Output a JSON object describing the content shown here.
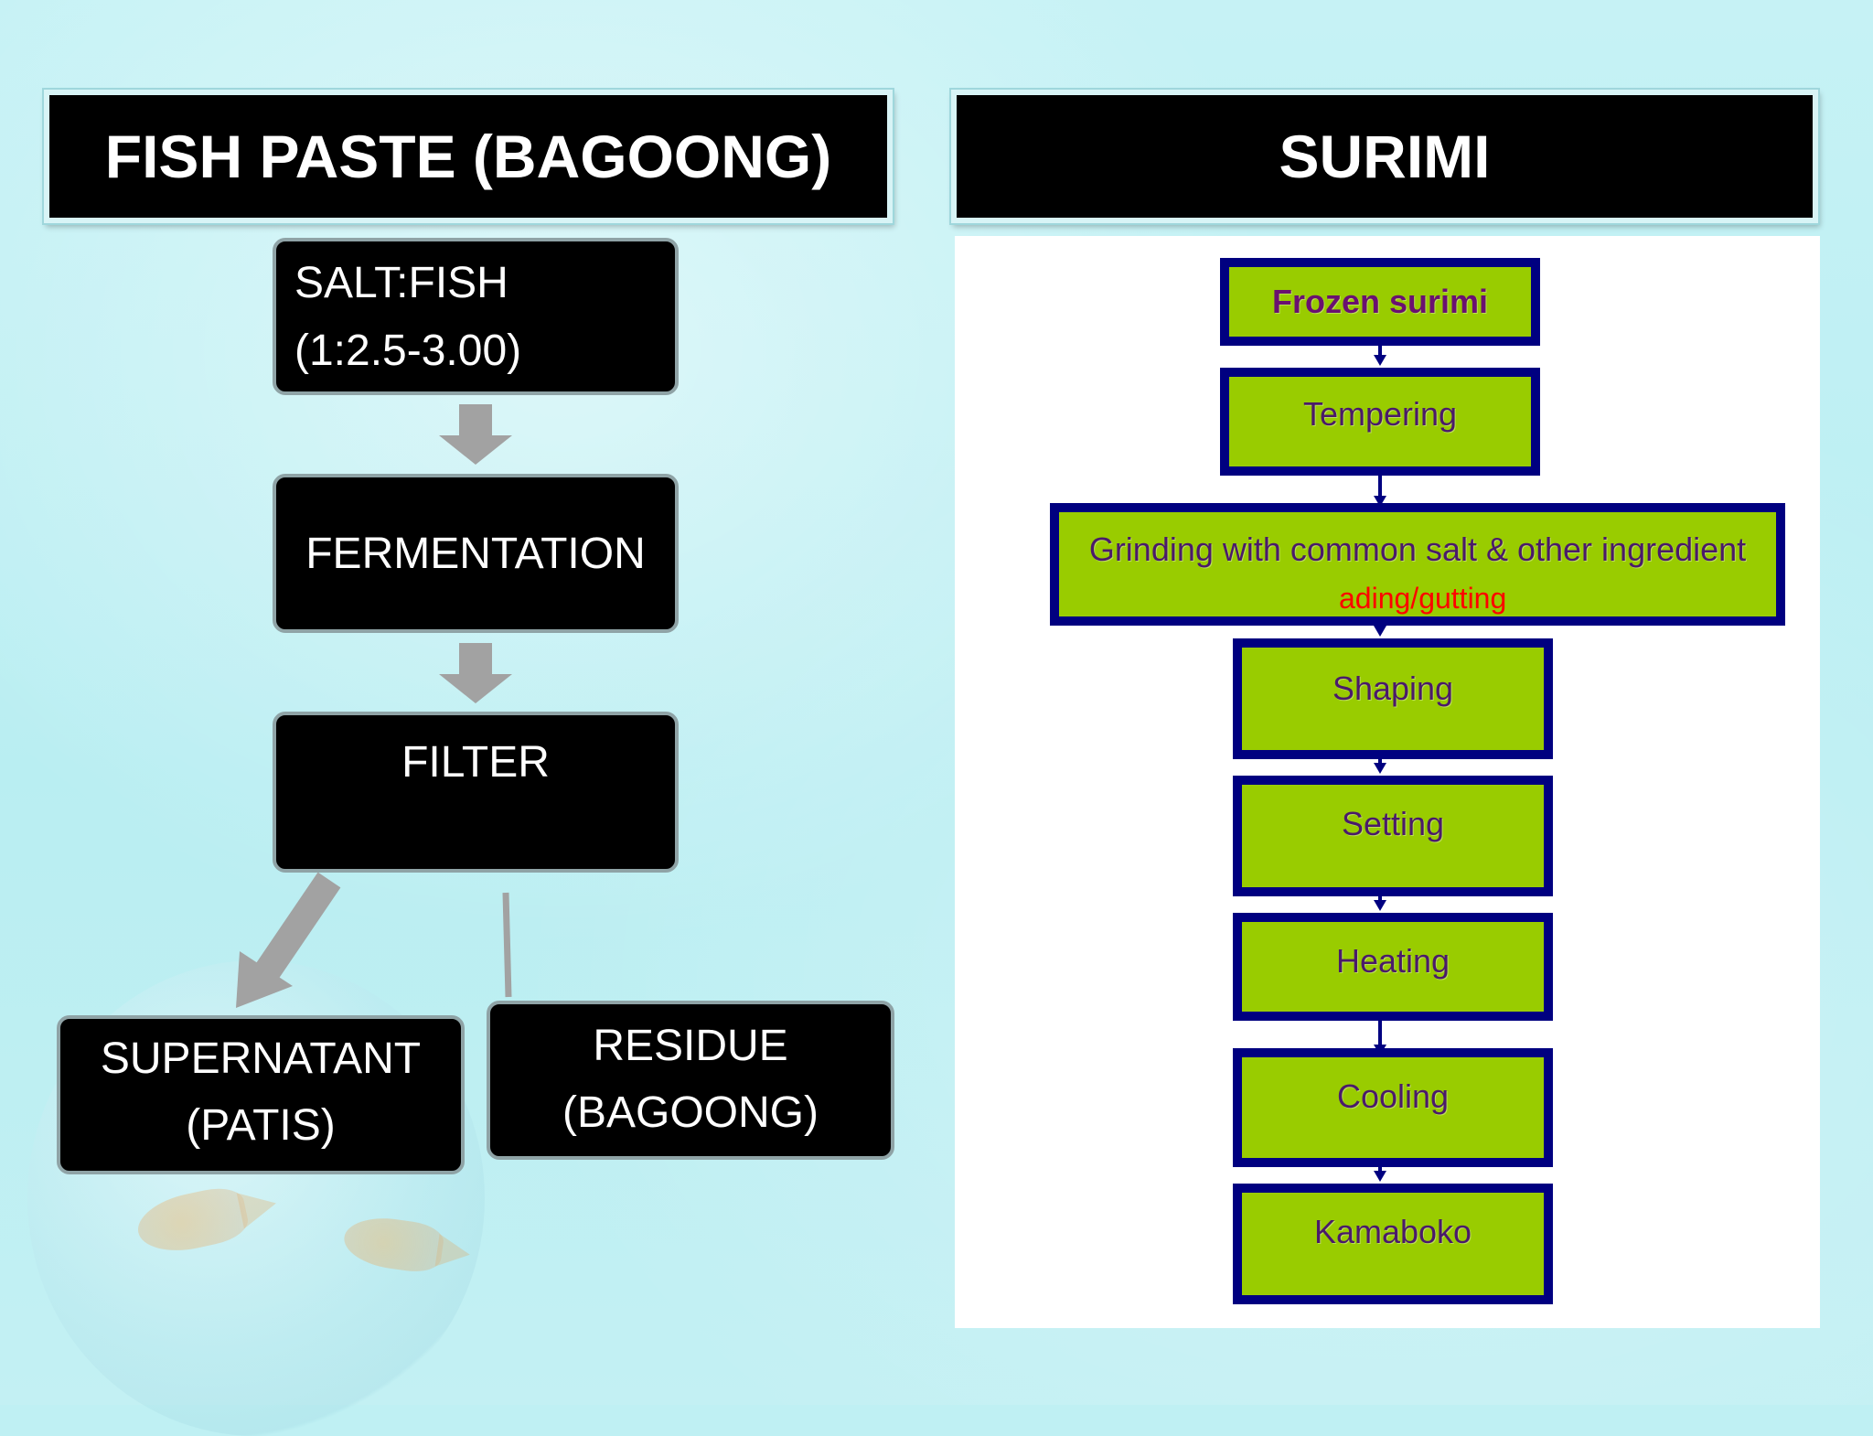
{
  "left_panel": {
    "title": "FISH PASTE (BAGOONG)",
    "steps": {
      "ratio_line1": "SALT:FISH",
      "ratio_line2": "(1:2.5-3.00)",
      "fermentation": "FERMENTATION",
      "filter": "FILTER",
      "supernatant_line1": "SUPERNATANT",
      "supernatant_line2": "(PATIS)",
      "residue_line1": "RESIDUE",
      "residue_line2": "(BAGOONG)"
    },
    "colors": {
      "box_bg": "#000000",
      "arrow": "#a2a2a2"
    }
  },
  "right_panel": {
    "title": "SURIMI",
    "steps": [
      "Frozen surimi",
      "Tempering",
      "Grinding with common salt & other ingredient",
      "Shaping",
      "Setting",
      "Heating",
      "Cooling",
      "Kamaboko"
    ],
    "overlay_text": "ading/gutting",
    "colors": {
      "box_fill": "#99cc00",
      "box_border": "#000080",
      "overlay_text": "#ff0000"
    }
  }
}
